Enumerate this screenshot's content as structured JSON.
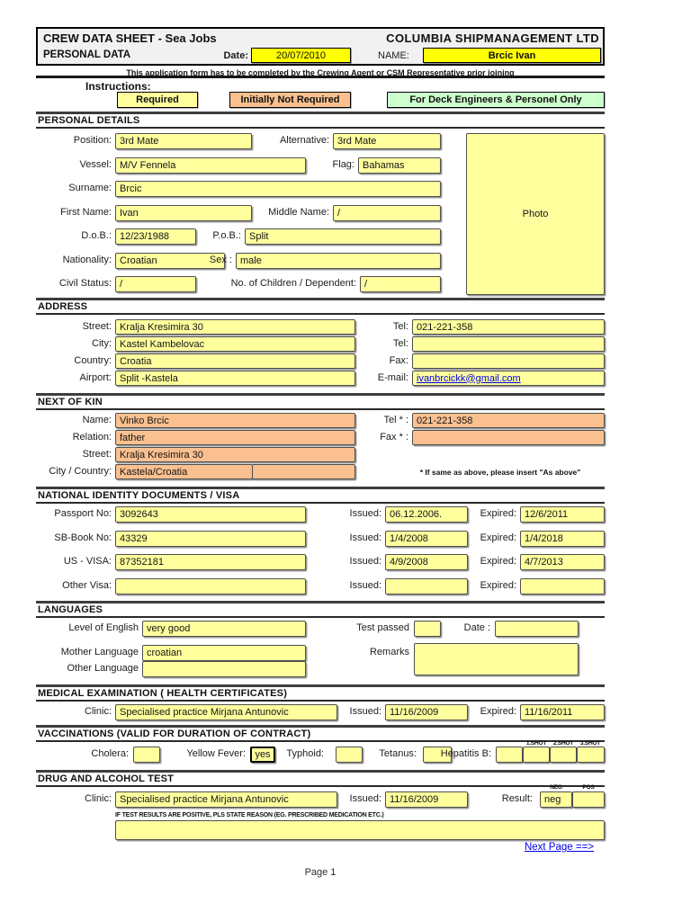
{
  "header": {
    "title": "CREW DATA SHEET - Sea Jobs",
    "company": "COLUMBIA SHIPMANAGEMENT LTD",
    "section": "PERSONAL DATA",
    "date_label": "Date:",
    "date_value": "20/07/2010",
    "name_label": "NAME:",
    "name_value": "Brcic Ivan",
    "note": "This application form has to be completed by the Crewing Agent or CSM Representative prior joining"
  },
  "instructions": {
    "title": "Instructions:",
    "required": "Required",
    "initially_not_required": "Initially Not Required",
    "deck_engineers": "For Deck Engineers & Personel Only"
  },
  "colors": {
    "required_bg": "#ffff9e",
    "not_required_bg": "#fac090",
    "deck_bg": "#ccffcc",
    "highlight_bg": "#ffff00",
    "link": "#0000ee"
  },
  "personal_details": {
    "title": "PERSONAL DETAILS",
    "labels": {
      "position": "Position:",
      "alternative": "Alternative:",
      "vessel": "Vessel:",
      "flag": "Flag:",
      "surname": "Surname:",
      "first_name": "First Name:",
      "middle_name": "Middle Name:",
      "dob": "D.o.B.:",
      "pob": "P.o.B.:",
      "nationality": "Nationality:",
      "sex": "Sex :",
      "civil_status": "Civil Status:",
      "children": "No. of Children / Dependent:"
    },
    "values": {
      "position": "3rd Mate",
      "alternative": "3rd Mate",
      "vessel": "M/V Fennela",
      "flag": "Bahamas",
      "surname": "Brcic",
      "first_name": "Ivan",
      "middle_name": "/",
      "dob": "12/23/1988",
      "pob": "Split",
      "nationality": "Croatian",
      "sex": "male",
      "civil_status": "/",
      "children": "/"
    },
    "photo_label": "Photo"
  },
  "address": {
    "title": "ADDRESS",
    "labels": {
      "street": "Street:",
      "city": "City:",
      "country": "Country:",
      "airport": "Airport:",
      "tel1": "Tel:",
      "tel2": "Tel:",
      "fax": "Fax:",
      "email": "E-mail:"
    },
    "values": {
      "street": "Kralja Kresimira 30",
      "city": "Kastel Kambelovac",
      "country": "Croatia",
      "airport": "Split -Kastela",
      "tel1": "021-221-358",
      "tel2": "",
      "fax": "",
      "email": "ivanbrcickk@gmail.com"
    }
  },
  "next_of_kin": {
    "title": "NEXT OF KIN",
    "labels": {
      "name": "Name:",
      "relation": "Relation:",
      "street": "Street:",
      "city_country": "City / Country:",
      "tel": "Tel * :",
      "fax": "Fax * :"
    },
    "values": {
      "name": "Vinko Brcic",
      "relation": "father",
      "street": "Kralja Kresimira 30",
      "city_country": "Kastela/Croatia",
      "city_country2": "",
      "tel": "021-221-358",
      "fax": ""
    },
    "note": "* If same as above, please insert \"As above\""
  },
  "documents": {
    "title": "NATIONAL IDENTITY DOCUMENTS / VISA",
    "issued_label": "Issued:",
    "expired_label": "Expired:",
    "rows": [
      {
        "label": "Passport No:",
        "number": "3092643",
        "issued": "06.12.2006.",
        "expired": "12/6/2011"
      },
      {
        "label": "SB-Book No:",
        "number": "43329",
        "issued": "1/4/2008",
        "expired": "1/4/2018"
      },
      {
        "label": "US - VISA:",
        "number": "87352181",
        "issued": "4/9/2008",
        "expired": "4/7/2013"
      },
      {
        "label": "Other Visa:",
        "number": "",
        "issued": "",
        "expired": ""
      }
    ]
  },
  "languages": {
    "title": "LANGUAGES",
    "labels": {
      "english": "Level of English",
      "test_passed": "Test passed",
      "date": "Date :",
      "mother": "Mother Language",
      "remarks": "Remarks",
      "other": "Other Language"
    },
    "values": {
      "english": "very good",
      "test_passed": "",
      "date": "",
      "mother": "croatian",
      "remarks": "",
      "other": ""
    }
  },
  "medical": {
    "title": "MEDICAL EXAMINATION ( HEALTH CERTIFICATES)",
    "labels": {
      "clinic": "Clinic:",
      "issued": "Issued:",
      "expired": "Expired:"
    },
    "values": {
      "clinic": "Specialised practice Mirjana Antunovic",
      "issued": "11/16/2009",
      "expired": "11/16/2011"
    }
  },
  "vaccinations": {
    "title": "VACCINATIONS (VALID FOR DURATION OF CONTRACT)",
    "shot_labels": [
      "1.SHOT",
      "2.SHOT",
      "3.SHOT"
    ],
    "labels": {
      "cholera": "Cholera:",
      "yellow_fever": "Yellow Fever:",
      "typhoid": "Typhoid:",
      "tetanus": "Tetanus:",
      "hepatitis": "Hepatitis B:"
    },
    "values": {
      "cholera": "",
      "yellow_fever": "yes",
      "typhoid": "",
      "tetanus": "",
      "hep1": "",
      "hep2": "",
      "hep3": "",
      "hep4": ""
    }
  },
  "drug_test": {
    "title": "DRUG AND ALCOHOL TEST",
    "neg_label": "NEG",
    "pos_label": "POS",
    "labels": {
      "clinic": "Clinic:",
      "issued": "Issued:",
      "result": "Result:"
    },
    "values": {
      "clinic": "Specialised practice Mirjana Antunovic",
      "issued": "11/16/2009",
      "result_neg": "neg",
      "result_pos": ""
    },
    "reason_note": "IF TEST RESULTS ARE POSITIVE, PLS STATE REASON (EG. PRESCRIBED MEDICATION ETC.)",
    "reason_value": ""
  },
  "footer": {
    "next_page": "Next Page ==>",
    "page": "Page 1"
  }
}
